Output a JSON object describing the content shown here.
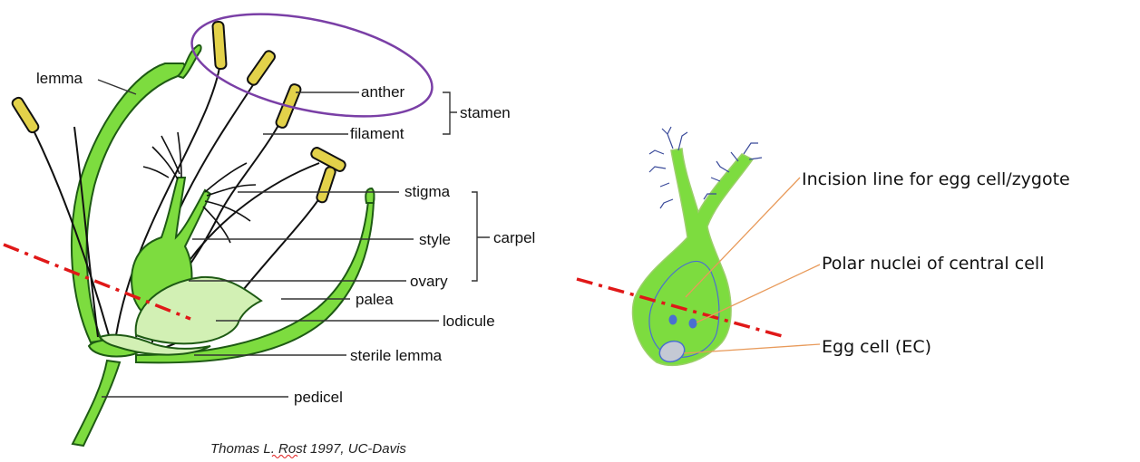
{
  "left_diagram": {
    "labels": {
      "lemma": "lemma",
      "anther": "anther",
      "filament": "filament",
      "stamen": "stamen",
      "stigma": "stigma",
      "style": "style",
      "carpel": "carpel",
      "ovary": "ovary",
      "palea": "palea",
      "lodicule": "lodicule",
      "sterile_lemma": "sterile lemma",
      "pedicel": "pedicel"
    },
    "citation": {
      "prefix": "Thomas L. ",
      "name": "Rost",
      "suffix": " 1997, UC-Davis"
    }
  },
  "right_diagram": {
    "labels": {
      "incision_line": "Incision line for egg cell/zygote",
      "polar_nuclei": "Polar nuclei of central cell",
      "egg_cell": "Egg cell (EC)"
    }
  },
  "colors": {
    "green": "#7ddc3f",
    "light_green": "#d2f0b4",
    "outline": "#1e5a14",
    "ellipse": "#7a3fa6",
    "incision": "#e01818",
    "leader_orange": "#e89a5a",
    "nuclei": "#4a6fd0",
    "egg_cell": "#c4c9d4"
  }
}
